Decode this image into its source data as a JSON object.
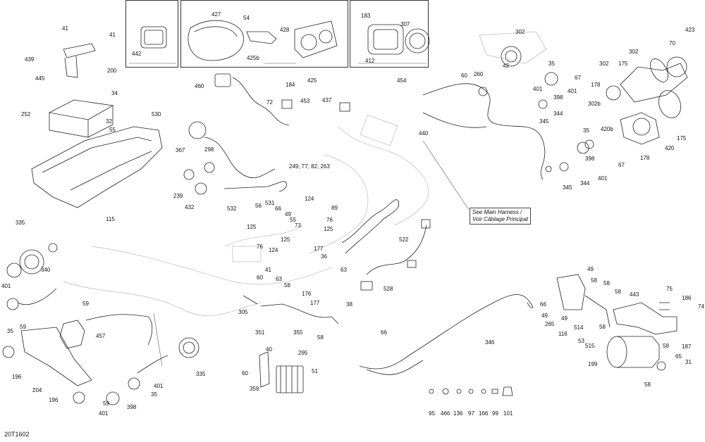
{
  "diagram_code": "20T1602",
  "note": {
    "line1": "See Main Harness /",
    "line2": "Voir Câblage Principal"
  },
  "callouts": {
    "c41a": "41",
    "c41b": "41",
    "c439": "439",
    "c200": "200",
    "c445": "445",
    "c34": "34",
    "c252": "252",
    "c530": "530",
    "c32": "32",
    "c55": "55",
    "c115": "115",
    "c442": "442",
    "c427": "427",
    "c54": "54",
    "c428": "428",
    "c425b": "425b",
    "c425": "425",
    "c183": "183",
    "c307": "307",
    "c412": "412",
    "c454": "454",
    "c460": "460",
    "c184": "184",
    "c72": "72",
    "c453": "453",
    "c437": "437",
    "c367": "367",
    "c298": "298",
    "c239": "239",
    "c432": "432",
    "c249": "249, 77, 82, 263",
    "c532": "532",
    "c124a": "124",
    "c89": "89",
    "c531": "531",
    "c56": "56",
    "c66a": "66",
    "c49a": "49",
    "c55b": "55",
    "c76a": "76",
    "c73": "73",
    "c125a": "125",
    "c125b": "125",
    "c76b": "76",
    "c124b": "124",
    "c125c": "125",
    "c522": "522",
    "c177a": "177",
    "c36": "36",
    "c63a": "63",
    "c41c": "41",
    "c60a": "60",
    "c63b": "63",
    "c58a": "58",
    "c176": "176",
    "c177b": "177",
    "c38": "38",
    "c528": "528",
    "c305": "305",
    "c351": "351",
    "c355": "355",
    "c58b": "58",
    "c66b": "66",
    "c335a": "335",
    "c340": "340",
    "c401a": "401",
    "c35a": "35",
    "c59a": "59",
    "c59b": "59",
    "c457": "457",
    "c196a": "196",
    "c204": "204",
    "c196b": "196",
    "c59c": "59",
    "c398a": "398",
    "c401b": "401",
    "c35b": "35",
    "c401c": "401",
    "c335b": "335",
    "c40": "40",
    "c295": "295",
    "c60b": "60",
    "c51": "51",
    "c359": "359",
    "c302a": "302",
    "c423": "423",
    "c70": "70",
    "c302b": "302",
    "c175a": "175",
    "c260": "260",
    "c60c": "60",
    "c42": "42",
    "c35c": "35",
    "c401d": "401",
    "c398b": "398",
    "c401e": "401",
    "c344a": "344",
    "c345a": "345",
    "c67a": "67",
    "c178a": "178",
    "c302c": "302",
    "c302d": "302b",
    "c420b": "420b",
    "c35d": "35",
    "c420": "420",
    "c175b": "175",
    "c398c": "398",
    "c401f": "401",
    "c67b": "67",
    "c178b": "178",
    "c345b": "345",
    "c344b": "344",
    "c440": "440",
    "c346": "346",
    "c49b": "49",
    "c58c": "58",
    "c66c": "66",
    "c49c": "49",
    "c265": "265",
    "c49d": "49",
    "c116": "116",
    "c514": "514",
    "c53": "53",
    "c515": "515",
    "c58d": "58",
    "c58e": "58",
    "c58f": "58",
    "c443": "443",
    "c75": "75",
    "c186": "186",
    "c74": "74",
    "c187": "187",
    "c58g": "58",
    "c65": "65",
    "c31": "31",
    "c199": "199",
    "c58h": "58",
    "c95": "95",
    "c466": "466",
    "c136": "136",
    "c97": "97",
    "c166": "166",
    "c99": "99",
    "c101": "101"
  }
}
